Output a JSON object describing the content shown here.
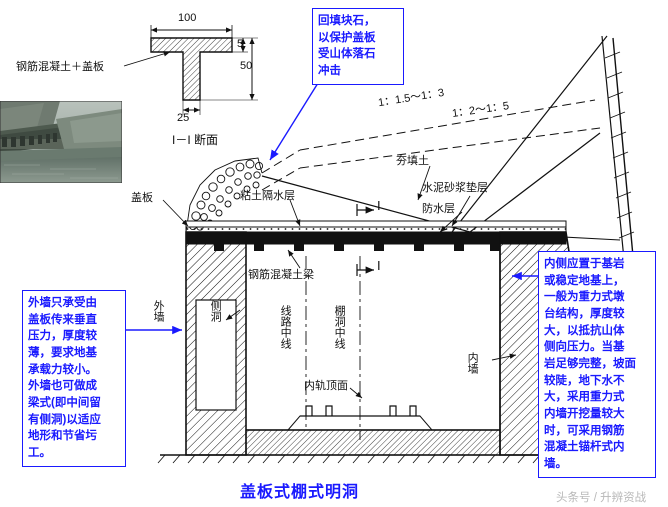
{
  "title": "盖板式棚式明洞",
  "watermark": "头条号 / 升辨资战",
  "section_detail": {
    "top_width": "100",
    "height_main": "50",
    "height_sub": "5",
    "stem_width": "25",
    "caption": "I－I 断面"
  },
  "callouts": {
    "backfill": "回填块石，\n以保护盖板\n受山体落石\n冲击",
    "outer_wall": "外墙只承受由\n盖板传来垂直\n压力，厚度较\n薄，要求地基\n承载力较小。\n外墙也可做成\n梁式(即中间留\n有侧洞)以适应\n地形和节省圬\n工。",
    "inner_wall": "内侧应置于基岩\n或稳定地基上，\n一般为重力式墩\n台结构，厚度较\n大，以抵抗山体\n侧向压力。当基\n岩足够完整，坡面\n较陡，地下水不\n大，采用重力式\n内墙开挖量较大\n时，可采用钢筋\n混凝土锚杆式内\n墙。"
  },
  "labels": {
    "rc_plus_cover": "钢筋混凝土＋盖板",
    "cover_plate": "盖板",
    "clay_layer": "粘土隔水层",
    "compacted_fill": "夯填土",
    "cement_mortar": "水泥砂浆垫层",
    "waterproof": "防水层",
    "rc_beam": "钢筋混凝土梁",
    "outer_wall_label": "外墙",
    "inner_wall_label": "内墙",
    "side_hole": "侧洞",
    "line_center": "线路中线",
    "shed_center": "棚洞中线",
    "rail_top": "内轨顶面",
    "slope_1": "1：1.5～1：3",
    "slope_2": "1：2～1：5",
    "section_mark_top": "I",
    "section_mark_bottom": "I"
  }
}
